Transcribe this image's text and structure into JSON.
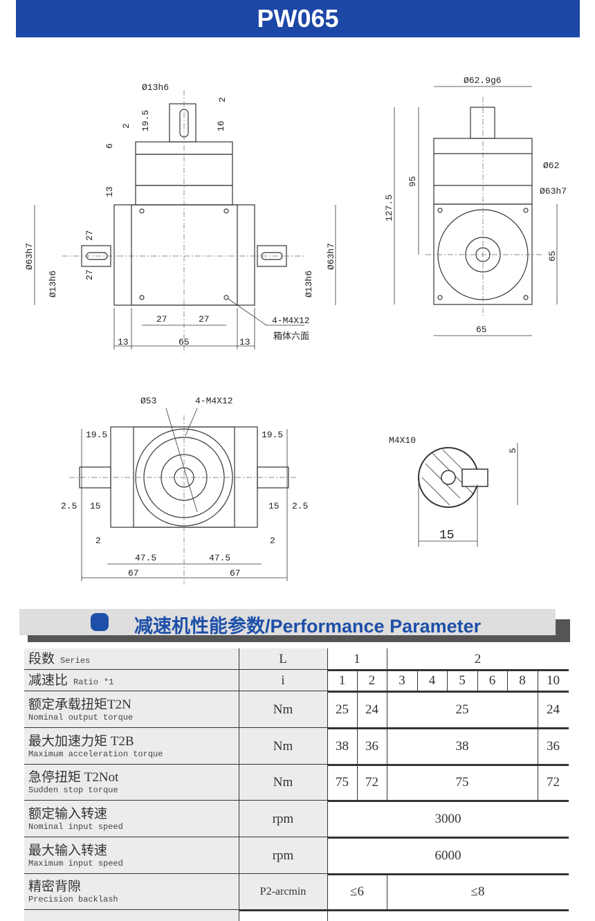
{
  "title": "PW065",
  "drawing": {
    "front": {
      "d13h6_top": "Ø13h6",
      "d19_5": "19.5",
      "d2a": "2",
      "d2b": "2",
      "d16": "16",
      "d6": "6",
      "d13a": "13",
      "d63h7_l": "Ø63h7",
      "d63h7_r": "Ø63h7",
      "d27a": "27",
      "d27b": "27",
      "d13h6_l": "Ø13h6",
      "d13h6_r": "Ø13h6",
      "d27c": "27",
      "d27d": "27",
      "d13b": "13",
      "d65": "65",
      "d13c": "13",
      "thread": "4-M4X12",
      "note": "箱体六面"
    },
    "side": {
      "d62_9g6": "Ø62.9g6",
      "d62": "Ø62",
      "d63h7": "Ø63h7",
      "d95": "95",
      "d127_5": "127.5",
      "d65v": "65",
      "d65h": "65"
    },
    "bottom": {
      "d53": "Ø53",
      "thread": "4-M4X12",
      "d19_5l": "19.5",
      "d19_5r": "19.5",
      "d2_5l": "2.5",
      "d15l": "15",
      "d15r": "15",
      "d2_5r": "2.5",
      "d2l": "2",
      "d2r": "2",
      "d47_5l": "47.5",
      "d47_5r": "47.5",
      "d67l": "67",
      "d67r": "67"
    },
    "shaft": {
      "thread": "M4X10",
      "d5": "5",
      "d15": "15"
    }
  },
  "section": {
    "title": "减速机性能参数/Performance Parameter"
  },
  "table": {
    "rows": [
      {
        "cn": "段数",
        "en": "Series",
        "unit": "L",
        "values": [
          "1",
          "2"
        ]
      },
      {
        "cn": "减速比",
        "en": "Ratio",
        "note": "*1",
        "unit": "i",
        "values": [
          "1",
          "2",
          "3",
          "4",
          "5",
          "6",
          "8",
          "10"
        ]
      },
      {
        "cn": "额定承载扭矩T2N",
        "en": "Nominal output torque",
        "unit": "Nm",
        "values": [
          "25",
          "24",
          "25",
          "24"
        ]
      },
      {
        "cn": "最大加速力矩 T2B",
        "en": "Maximum acceleration torque",
        "unit": "Nm",
        "values": [
          "38",
          "36",
          "38",
          "36"
        ]
      },
      {
        "cn": "急停扭矩 T2Not",
        "en": "Sudden stop torque",
        "unit": "Nm",
        "values": [
          "75",
          "72",
          "75",
          "72"
        ]
      },
      {
        "cn": "额定输入转速",
        "en": "Nominal input speed",
        "unit": "rpm",
        "values": [
          "3000"
        ]
      },
      {
        "cn": "最大输入转速",
        "en": "Maximum input speed",
        "unit": "rpm",
        "values": [
          "6000"
        ]
      },
      {
        "cn": "精密背隙",
        "en": "Precision backlash",
        "unit": "P2-arcmin",
        "values": [
          "≤6",
          "≤8"
        ]
      }
    ]
  }
}
